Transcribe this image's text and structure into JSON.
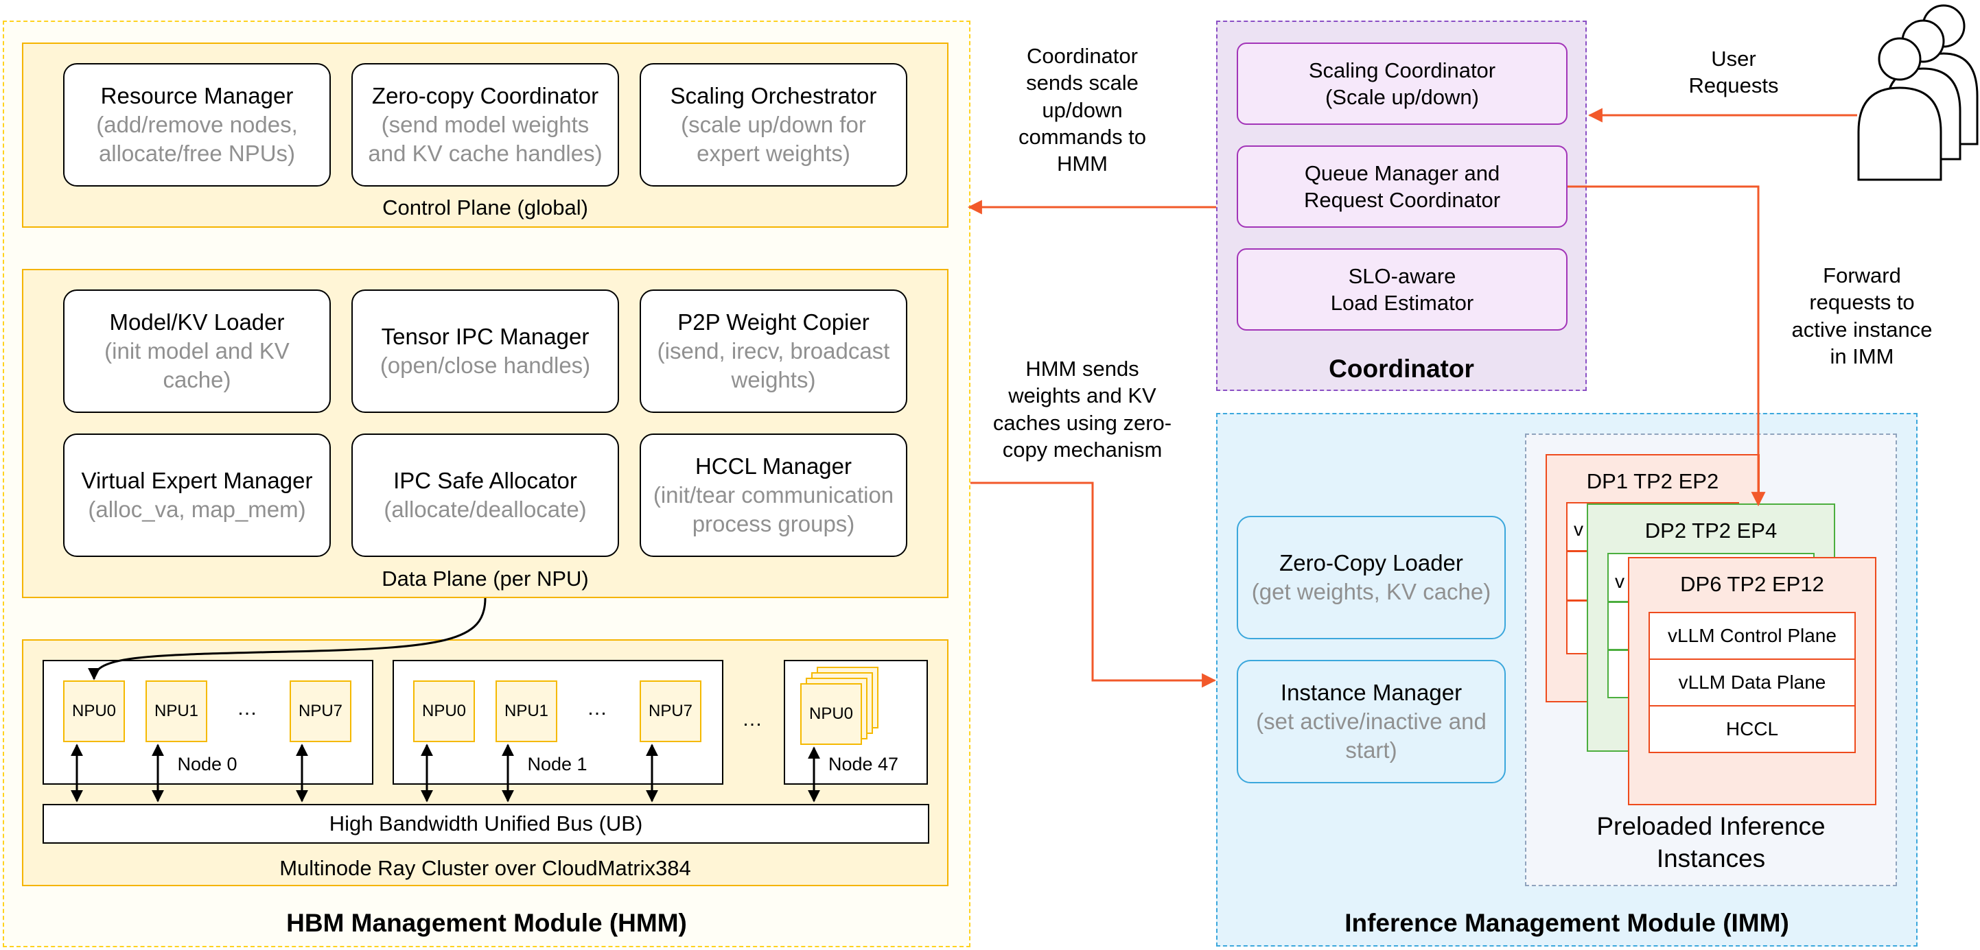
{
  "hmm": {
    "title": "HBM Management Module (HMM)",
    "control_plane": {
      "label": "Control Plane (global)",
      "components": [
        {
          "name": "Resource Manager",
          "desc": "(add/remove nodes,\nallocate/free NPUs)"
        },
        {
          "name": "Zero-copy Coordinator",
          "desc": "(send model weights\nand KV cache handles)"
        },
        {
          "name": "Scaling Orchestrator",
          "desc": "(scale up/down for\nexpert weights)"
        }
      ]
    },
    "data_plane": {
      "label": "Data Plane (per NPU)",
      "components": [
        {
          "name": "Model/KV Loader",
          "desc": "(init model and KV\ncache)"
        },
        {
          "name": "Tensor IPC Manager",
          "desc": "(open/close handles)"
        },
        {
          "name": "P2P Weight Copier",
          "desc": "(isend, irecv, broadcast\nweights)"
        },
        {
          "name": "Virtual Expert Manager",
          "desc": "(alloc_va, map_mem)"
        },
        {
          "name": "IPC Safe Allocator",
          "desc": "(allocate/deallocate)"
        },
        {
          "name": "HCCL Manager",
          "desc": "(init/tear communication\nprocess groups)"
        }
      ]
    },
    "cluster": {
      "label": "Multinode Ray Cluster over CloudMatrix384",
      "bus": "High Bandwidth Unified Bus (UB)",
      "nodes": [
        {
          "label": "Node 0",
          "npus": [
            "NPU0",
            "NPU1",
            "NPU7"
          ]
        },
        {
          "label": "Node 1",
          "npus": [
            "NPU0",
            "NPU1",
            "NPU7"
          ]
        },
        {
          "label": "Node 47",
          "npus": [
            "NPU0"
          ]
        }
      ],
      "ellipsis": "…"
    }
  },
  "coordinator": {
    "title": "Coordinator",
    "components": [
      {
        "text": "Scaling Coordinator\n(Scale up/down)"
      },
      {
        "text": "Queue Manager and\nRequest Coordinator"
      },
      {
        "text": "SLO-aware\nLoad Estimator"
      }
    ]
  },
  "imm": {
    "title": "Inference Management Module (IMM)",
    "zero_copy_loader": {
      "name": "Zero-Copy Loader",
      "desc": "(get weights, KV cache)"
    },
    "instance_manager": {
      "name": "Instance Manager",
      "desc": "(set active/inactive and\nstart)"
    },
    "preloaded": {
      "label": "Preloaded Inference\nInstances",
      "instances": [
        {
          "label": "DP1 TP2 EP2",
          "peek": "v"
        },
        {
          "label": "DP2 TP2 EP4",
          "peek": "v"
        },
        {
          "label": "DP6 TP2 EP12"
        }
      ],
      "stack": [
        "vLLM Control Plane",
        "vLLM Data Plane",
        "HCCL"
      ]
    }
  },
  "annotations": {
    "scale_cmds": "Coordinator\nsends scale\nup/down\ncommands to\nHMM",
    "zero_copy": "HMM sends\nweights and KV\ncaches using zero-\ncopy mechanism",
    "user_requests": "User\nRequests",
    "forward": "Forward\nrequests to\nactive instance\nin IMM"
  },
  "colors": {
    "hmm_border": "#ffd21f",
    "plane_bg": "#fff5d6",
    "plane_border": "#f5b400",
    "coord_bg": "#ece2f3",
    "coord_border": "#8a4fc4",
    "coord_box_border": "#a234b8",
    "imm_bg": "#e3f3fc",
    "imm_border": "#3ba7dc",
    "imm_box_border": "#3ba7dc",
    "arrow": "#f2592a",
    "inst_red": "#ee4a1c",
    "inst_green": "#4cae3e"
  }
}
